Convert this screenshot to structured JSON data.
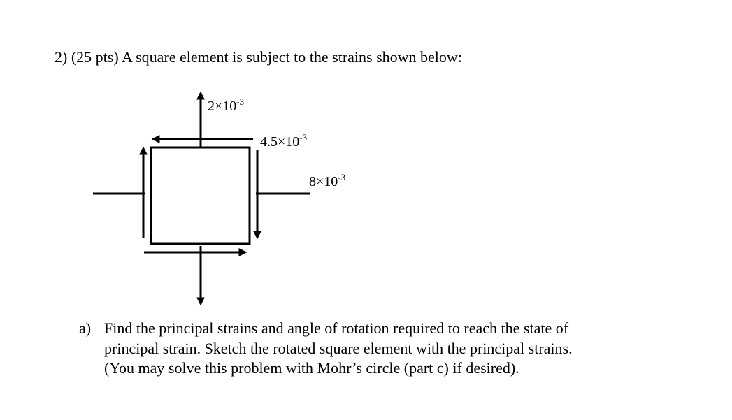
{
  "problem": {
    "title": "2) (25 pts) A square element is subject to the strains shown below:"
  },
  "figure": {
    "labels": {
      "normal_y": {
        "mantissa": "2×10",
        "exponent": "-3"
      },
      "shear": {
        "mantissa": "4.5×10",
        "exponent": "-3"
      },
      "normal_x": {
        "mantissa": "8×10",
        "exponent": "-3"
      }
    }
  },
  "part_a": {
    "marker": "a)",
    "line1": "Find the principal strains and angle of rotation required to reach the state of",
    "line2": "principal strain.  Sketch the rotated square element with the principal strains.",
    "line3": "(You may solve this problem with Mohr’s circle (part c) if desired)."
  }
}
